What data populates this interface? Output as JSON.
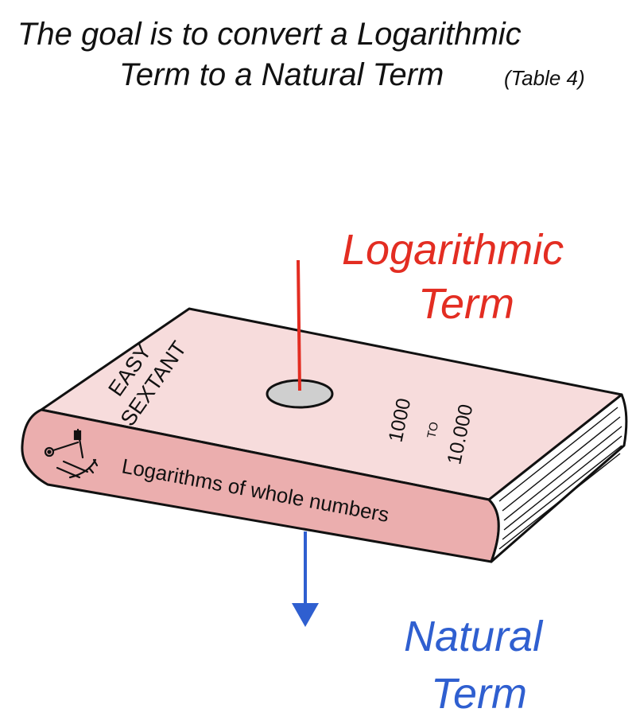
{
  "heading": {
    "line1": "The goal is to convert a Logarithmic",
    "line2": "Term to a Natural Term",
    "table_ref": "(Table 4)"
  },
  "logarithmic_label": {
    "line1": "Logarithmic",
    "line2": "Term"
  },
  "natural_label": {
    "line1": "Natural",
    "line2": "Term"
  },
  "book": {
    "cover_title_line1": "EASY",
    "cover_title_line2": "SEXTANT",
    "range_from": "1000",
    "range_to_word": "TO",
    "range_to": "10.000",
    "spine_text": "Logarithms of whole numbers",
    "logo_icon": "sextant-icon"
  },
  "colors": {
    "logarithmic": "#e32d22",
    "natural": "#2f5fd0",
    "book_cover": "#f7dcdc",
    "book_spine": "#ebaeae",
    "hole": "#cfcfcf"
  }
}
